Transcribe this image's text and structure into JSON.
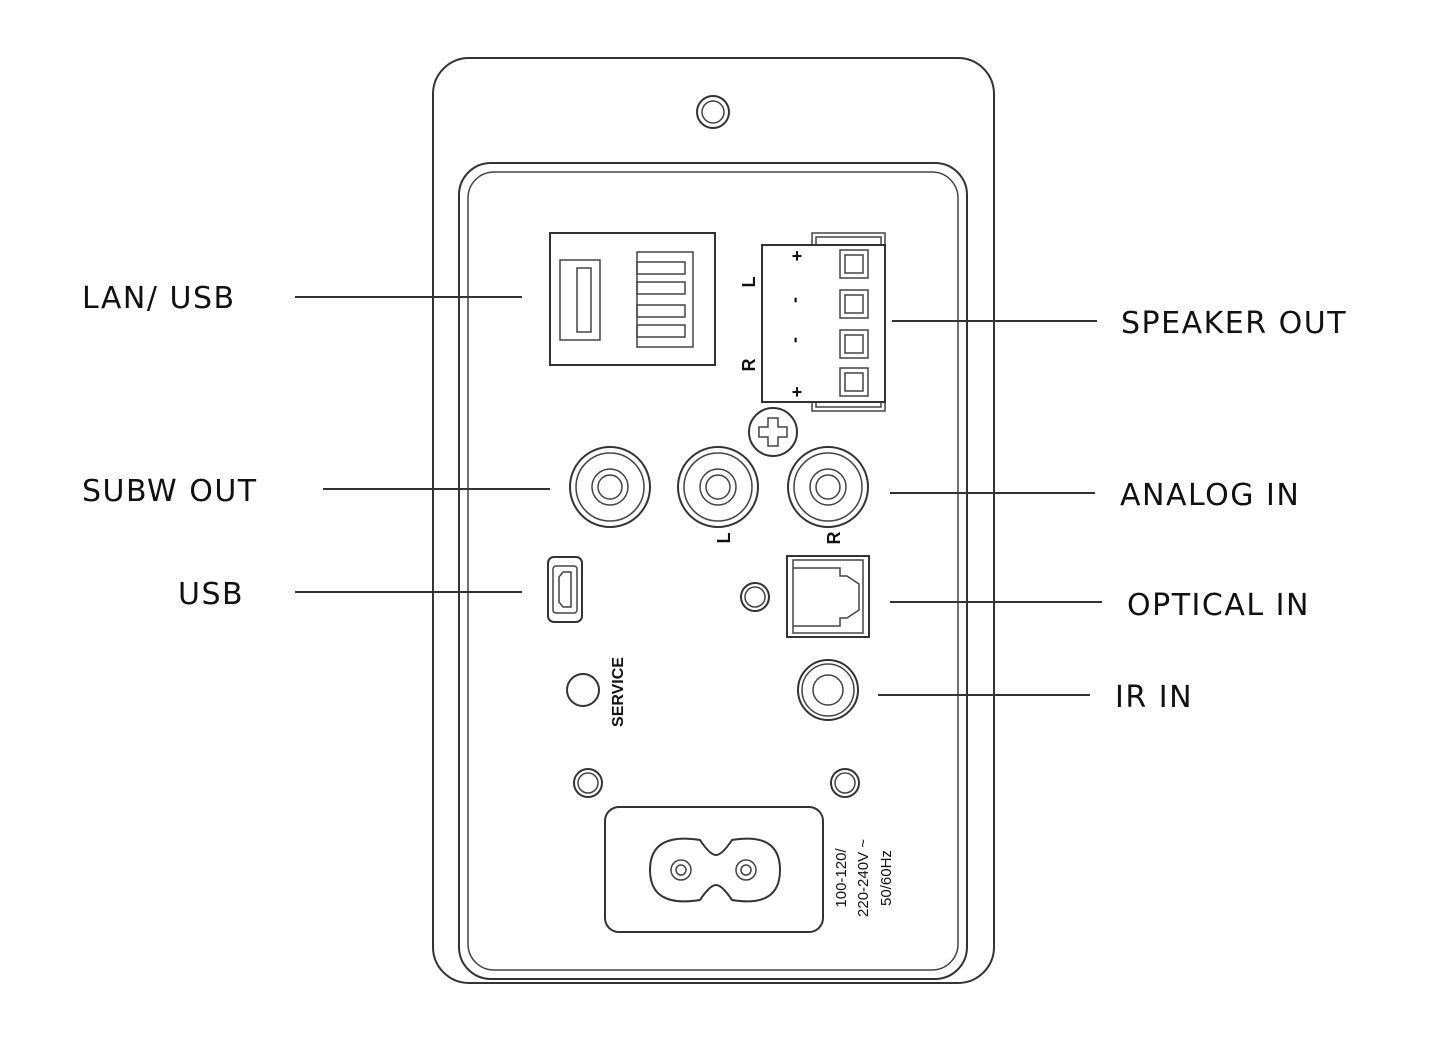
{
  "callouts": {
    "lan_usb": "LAN/ USB",
    "subw_out": "SUBW OUT",
    "usb": "USB",
    "speaker_out": "SPEAKER OUT",
    "analog_in": "ANALOG IN",
    "optical_in": "OPTICAL IN",
    "ir_in": "IR IN"
  },
  "speaker_terminal": {
    "left": "L",
    "right": "R",
    "polarity": [
      "+",
      "-",
      "-",
      "+"
    ]
  },
  "analog_channels": {
    "left": "L",
    "right": "R"
  },
  "service_label": "SERVICE",
  "power_rating": [
    "100-120/",
    "220-240V ~",
    "50/60Hz"
  ]
}
